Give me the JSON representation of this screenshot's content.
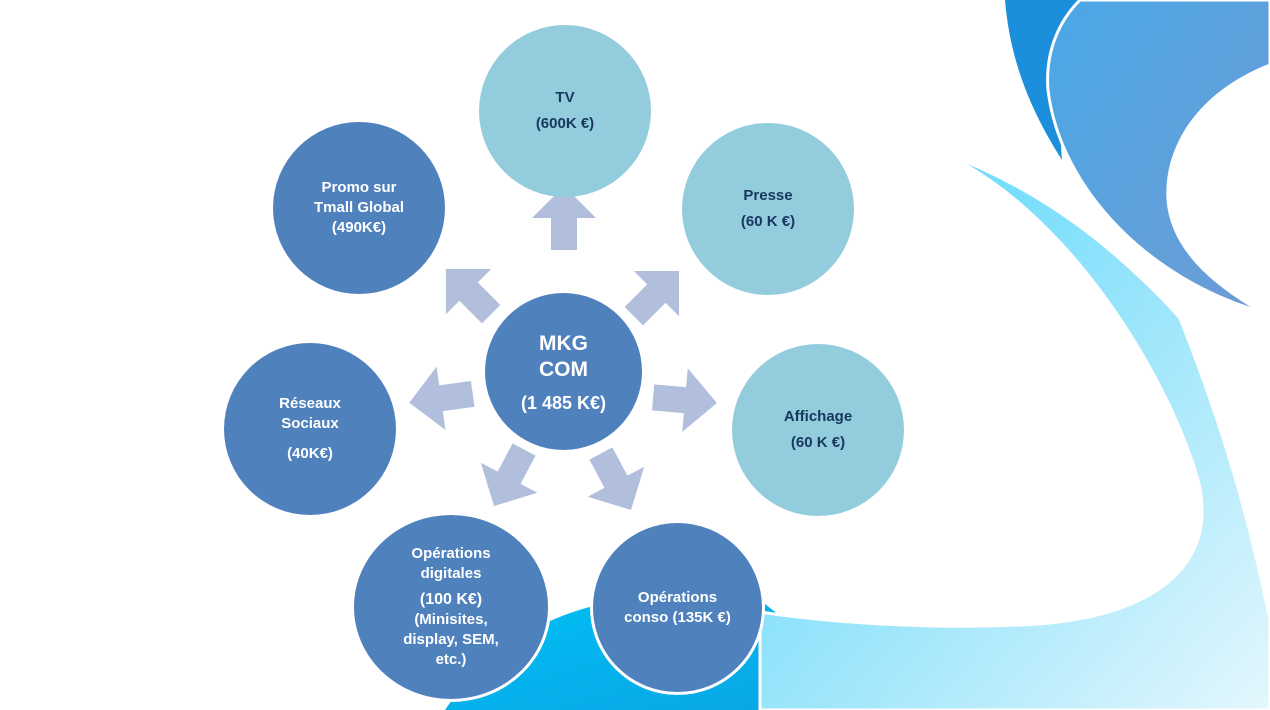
{
  "center": {
    "title_line1": "MKG",
    "title_line2": "COM",
    "value": "(1 485 K€)"
  },
  "nodes": {
    "tv": {
      "label": "TV",
      "value": "(600K €)"
    },
    "presse": {
      "label": "Presse",
      "value": "(60 K €)"
    },
    "affichage": {
      "label": "Affichage",
      "value": "(60 K €)"
    },
    "operations_conso": {
      "label_line1": "Opérations",
      "label_line2": "conso (135K €)"
    },
    "operations_digitales": {
      "label_line1": "Opérations",
      "label_line2": "digitales",
      "value": "(100 K€)",
      "detail_line1": "(Minisites,",
      "detail_line2": "display, SEM,",
      "detail_line3": "etc.)"
    },
    "reseaux_sociaux": {
      "label_line1": "Réseaux",
      "label_line2": "Sociaux",
      "value": "(40K€)"
    },
    "promo_tmall": {
      "label_line1": "Promo sur",
      "label_line2": "Tmall Global",
      "value": "(490K€)"
    }
  },
  "colors": {
    "dark_node": "#4f81bd",
    "light_node": "#93cddd",
    "light_text": "#17375e",
    "arrow": "#b1bfdc",
    "wave_cyan": "#00c4f5",
    "wave_blue": "#5b9bd5"
  }
}
